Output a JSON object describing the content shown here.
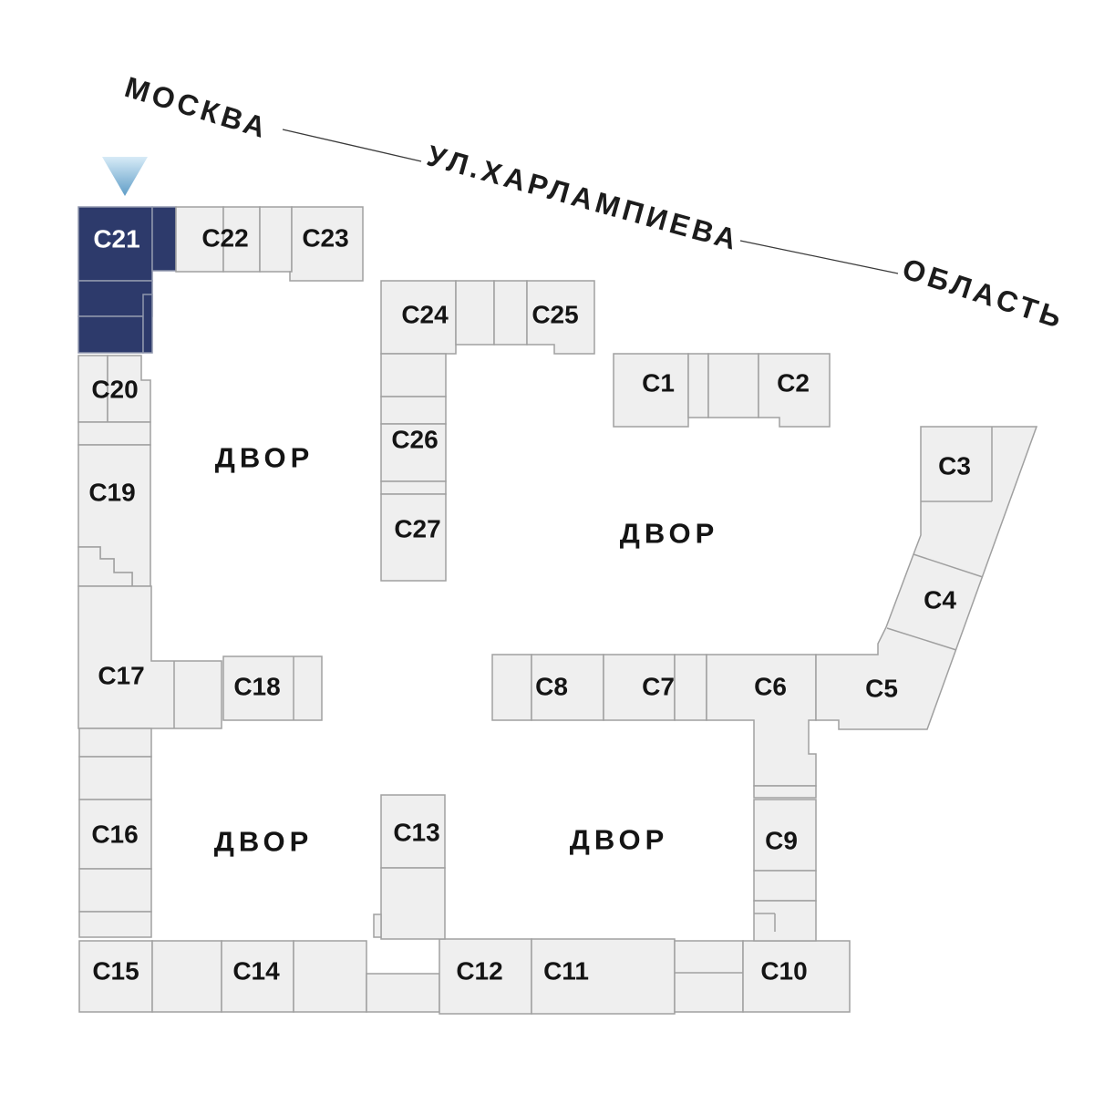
{
  "street": {
    "from_label": "МОСКВА",
    "street_label": "УЛ.ХАРЛАМПИЕВА",
    "to_label": "ОБЛАСТЬ"
  },
  "courtyards": [
    {
      "label": "ДВОР"
    },
    {
      "label": "ДВОР"
    },
    {
      "label": "ДВОР"
    },
    {
      "label": "ДВОР"
    }
  ],
  "marker": {
    "type": "down-arrow",
    "points_to": "С21"
  },
  "selected_building": "С21",
  "colors": {
    "building_fill": "#efefef",
    "building_stroke": "#a0a0a0",
    "selected_fill": "#2d3a6b",
    "selected_label": "#ffffff",
    "label": "#141414",
    "marker_gradient_top": "#d7ebf7",
    "marker_gradient_bottom": "#5f9dc7"
  },
  "buildings": [
    {
      "id": "c1",
      "label": "С1"
    },
    {
      "id": "c2",
      "label": "С2"
    },
    {
      "id": "c3",
      "label": "С3"
    },
    {
      "id": "c4",
      "label": "С4"
    },
    {
      "id": "c5",
      "label": "С5"
    },
    {
      "id": "c6",
      "label": "С6"
    },
    {
      "id": "c7",
      "label": "С7"
    },
    {
      "id": "c8",
      "label": "С8"
    },
    {
      "id": "c9",
      "label": "С9"
    },
    {
      "id": "c10",
      "label": "С10"
    },
    {
      "id": "c11",
      "label": "С11"
    },
    {
      "id": "c12",
      "label": "С12"
    },
    {
      "id": "c13",
      "label": "С13"
    },
    {
      "id": "c14",
      "label": "С14"
    },
    {
      "id": "c15",
      "label": "С15"
    },
    {
      "id": "c16",
      "label": "С16"
    },
    {
      "id": "c17",
      "label": "С17"
    },
    {
      "id": "c18",
      "label": "С18"
    },
    {
      "id": "c19",
      "label": "С19"
    },
    {
      "id": "c20",
      "label": "С20"
    },
    {
      "id": "c21",
      "label": "С21"
    },
    {
      "id": "c22",
      "label": "С22"
    },
    {
      "id": "c23",
      "label": "С23"
    },
    {
      "id": "c24",
      "label": "С24"
    },
    {
      "id": "c25",
      "label": "С25"
    },
    {
      "id": "c26",
      "label": "С26"
    },
    {
      "id": "c27",
      "label": "С27"
    }
  ]
}
